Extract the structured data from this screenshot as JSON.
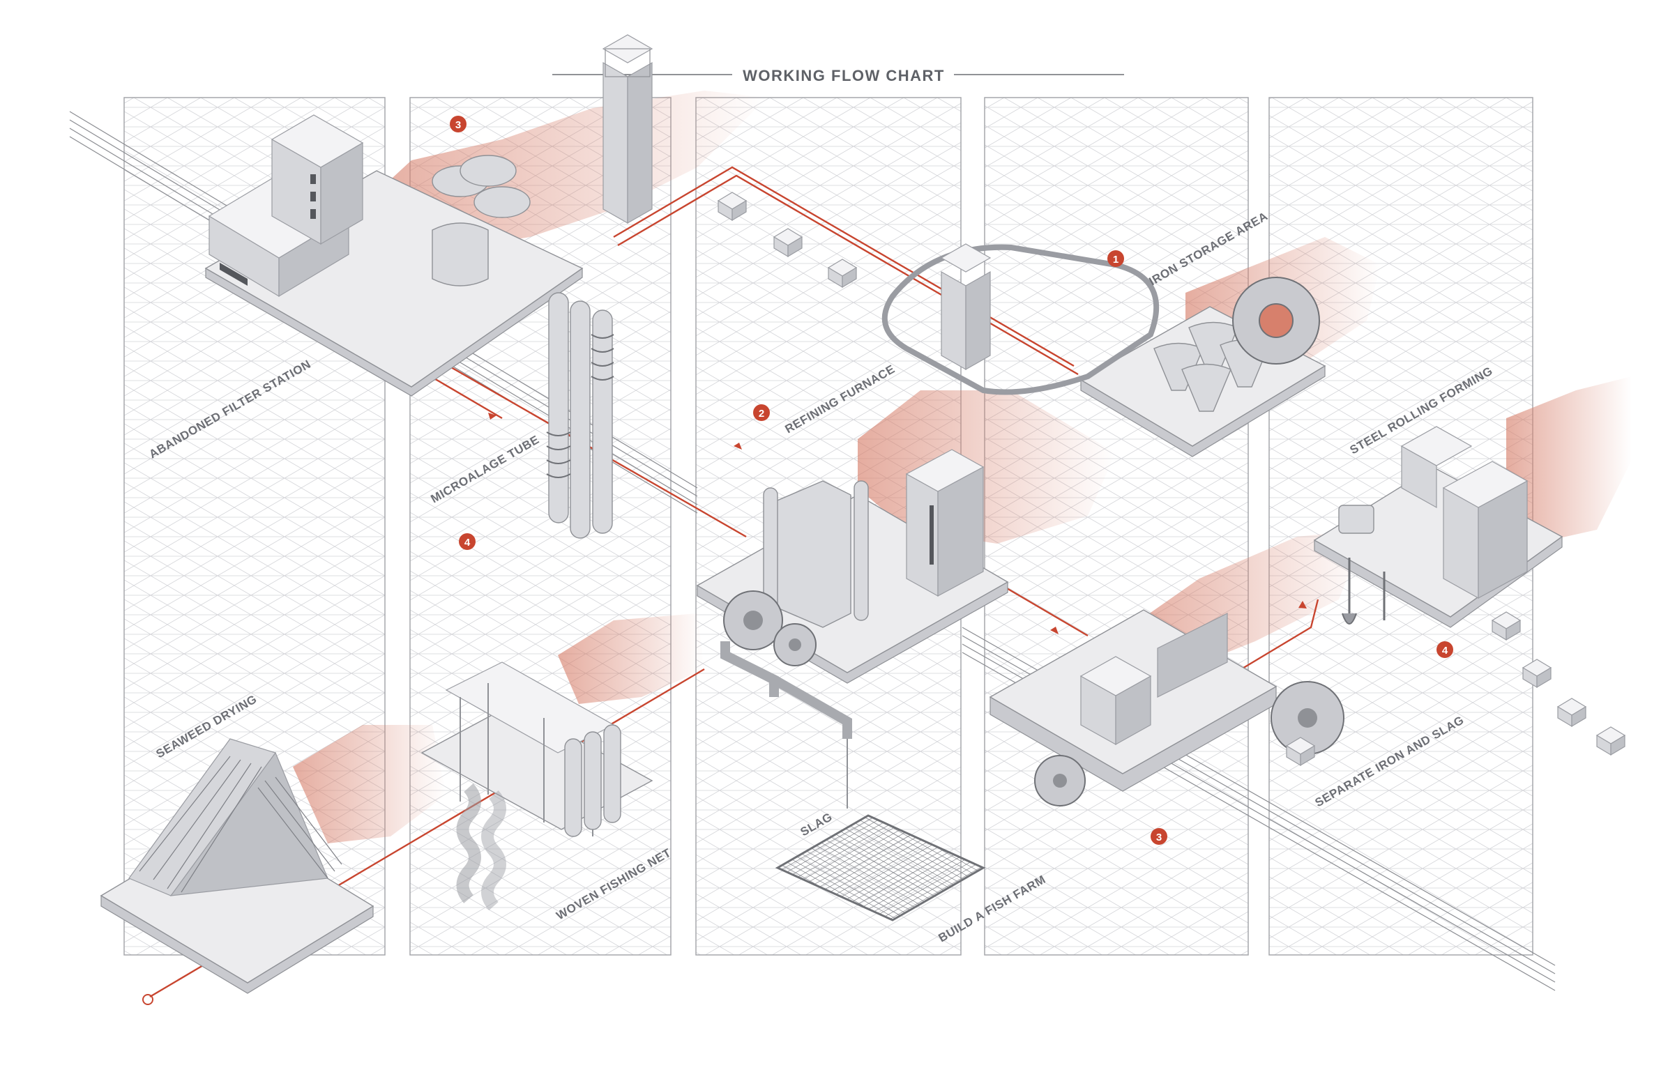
{
  "title": "WORKING FLOW CHART",
  "labels": {
    "abandoned_filter_station": "ABANDONED FILTER STATION",
    "microalage_tube": "MICROALAGE TUBE",
    "seaweed_drying": "SEAWEED DRYING",
    "woven_fishing_net": "WOVEN FISHING NET",
    "refining_furnace": "REFINING FURNACE",
    "slag": "SLAG",
    "build_a_fish_farm": "BUILD A FISH FARM",
    "iron_storage_area": "IRON STORAGE AREA",
    "separate_iron_and_slag": "SEPARATE IRON AND SLAG",
    "steel_rolling_forming": "STEEL ROLLING FORMING"
  },
  "badges": {
    "filter_station": "3",
    "microalgae": "4",
    "refining": "2",
    "iron_storage": "1",
    "separation": "3",
    "steel_rolling": "4"
  },
  "colors": {
    "accent": "#c8452f",
    "accent_shade": "#d7806c",
    "panel_grid": "#cfd0d4",
    "structure": "#bfc1c6"
  }
}
